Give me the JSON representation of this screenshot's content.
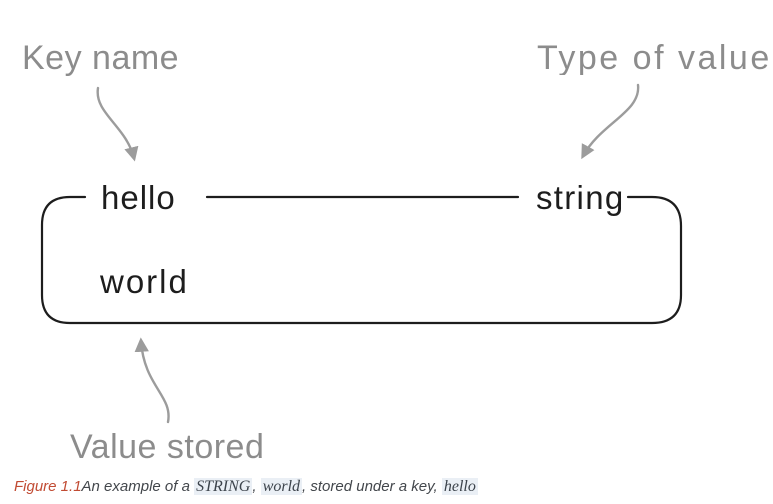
{
  "diagram": {
    "labels": {
      "key_name": "Key name",
      "type_of_value": "Type of value",
      "value_stored": "Value stored"
    },
    "box": {
      "key": "hello",
      "type": "string",
      "value": "world"
    },
    "colors": {
      "label_gray": "#8c8c8c",
      "arrow_gray": "#9c9c9c",
      "outline_black": "#1d1d1d",
      "caption_red": "#c14b33",
      "caption_text": "#43474c",
      "code_background": "#eaeff5"
    }
  },
  "caption": {
    "figure_label": "Figure 1.1",
    "text_1": "An example of a ",
    "code_1": "STRING",
    "sep_1": ", ",
    "code_2": "world",
    "text_2": ", stored under a key, ",
    "code_3": "hello"
  }
}
